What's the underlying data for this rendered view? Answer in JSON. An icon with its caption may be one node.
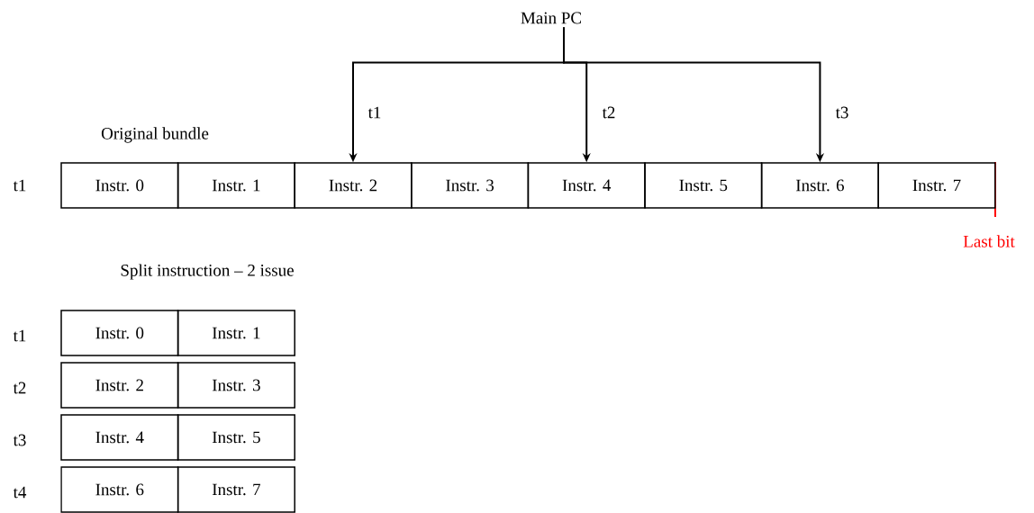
{
  "diagram": {
    "nodes": [
      {
        "text": [
          "Main  PC"
        ]
      },
      {
        "text": [
          "Instr. 0"
        ]
      },
      {
        "text": [
          "Instr. 1"
        ]
      },
      {
        "text": [
          "Instr. 2"
        ]
      },
      {
        "text": [
          "Instr. 3"
        ]
      },
      {
        "text": [
          "Instr. 4"
        ]
      },
      {
        "text": [
          "Instr. 5"
        ]
      },
      {
        "text": [
          "Instr. 6"
        ]
      },
      {
        "text": [
          "Instr. 7"
        ]
      },
      {
        "text": [
          "Instr. 0"
        ]
      },
      {
        "text": [
          "Instr. 1"
        ]
      },
      {
        "text": [
          "Instr. 2"
        ]
      },
      {
        "text": [
          "Instr. 3"
        ]
      },
      {
        "text": [
          "Instr. 4"
        ]
      },
      {
        "text": [
          "Instr. 5"
        ]
      },
      {
        "text": [
          "Instr. 6"
        ]
      },
      {
        "text": [
          "Instr. 7"
        ]
      }
    ],
    "edges": [
      {
        "from": 0,
        "to": 3,
        "arrow": "to",
        "label": "t1"
      },
      {
        "from": 0,
        "to": 5,
        "arrow": "to",
        "label": "t2"
      },
      {
        "from": 0,
        "to": 7,
        "arrow": "to",
        "label": "t3"
      }
    ],
    "labels": [
      "Original bundle",
      "t1",
      "Last bit",
      "Split instruction – 2 issue",
      "t1",
      "t2",
      "t3",
      "t4"
    ]
  }
}
